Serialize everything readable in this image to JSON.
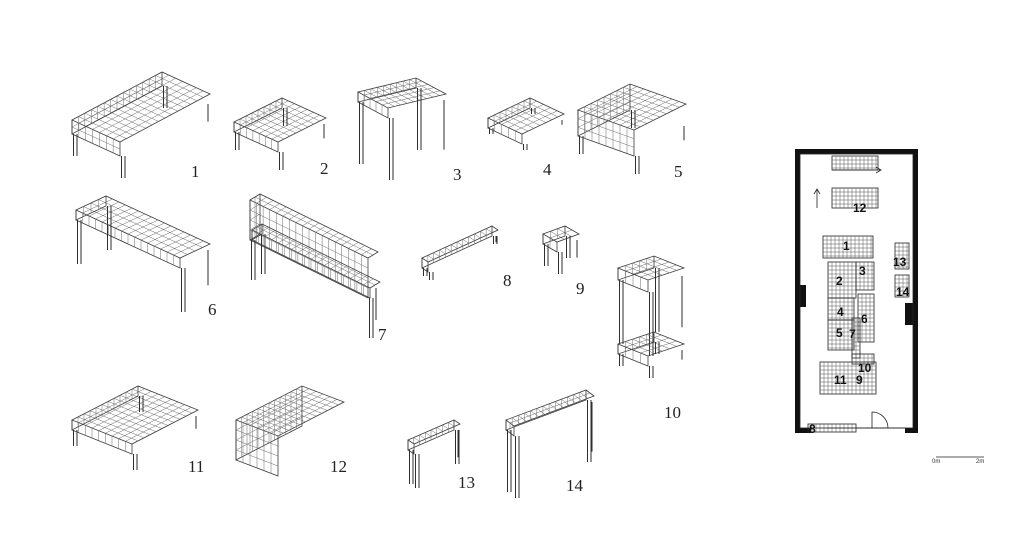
{
  "furniture": [
    {
      "label": "1"
    },
    {
      "label": "2"
    },
    {
      "label": "3"
    },
    {
      "label": "4"
    },
    {
      "label": "5"
    },
    {
      "label": "6"
    },
    {
      "label": "7"
    },
    {
      "label": "8"
    },
    {
      "label": "9"
    },
    {
      "label": "10"
    },
    {
      "label": "11"
    },
    {
      "label": "12"
    },
    {
      "label": "13"
    },
    {
      "label": "14"
    }
  ],
  "plan": {
    "labels": [
      "1",
      "2",
      "3",
      "4",
      "5",
      "6",
      "7",
      "8",
      "9",
      "10",
      "11",
      "12",
      "13",
      "14"
    ]
  },
  "scale": {
    "start_label": "0m",
    "end_label": "2m"
  },
  "colors": {
    "ink": "#3a3a3a",
    "wall": "#111111",
    "background": "#ffffff"
  }
}
